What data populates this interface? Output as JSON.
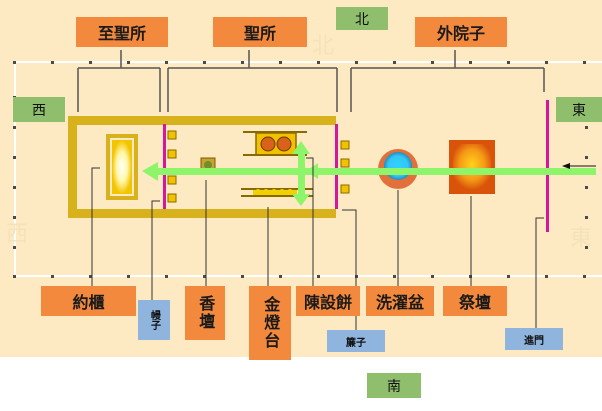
{
  "colors": {
    "background": "#fde9c2",
    "court_border": "#ffffff",
    "tent_gold": "#d8b21d",
    "veil": "#d6179b",
    "arrow": "#8ef56b",
    "label_orange": "#f2893d",
    "label_green": "#8fbf6c",
    "label_blue": "#8fb4de"
  },
  "directions": {
    "north": "北",
    "south": "南",
    "west": "西",
    "east": "東"
  },
  "sections": {
    "holy_of_holies": "至聖所",
    "holy_place": "聖所",
    "outer_court": "外院子"
  },
  "items": {
    "ark": "約櫃",
    "incense_altar": "香壇",
    "lampstand": "金燈台",
    "showbread_table": "陳設餅",
    "laver": "洗濯盆",
    "altar": "祭壇"
  },
  "small_labels": {
    "veil": "幔子",
    "screen": "簾子",
    "gate": "進門"
  },
  "ghost_text": {
    "north": "北",
    "west": "西",
    "east": "東"
  }
}
